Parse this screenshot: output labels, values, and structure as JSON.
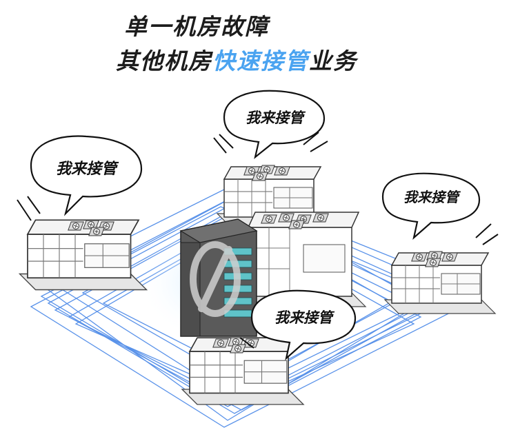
{
  "headline": {
    "line1": "单一机房故障",
    "line2_prefix": "其他机房",
    "line2_highlight": "快速接管",
    "line2_suffix": "业务"
  },
  "bubbles": [
    {
      "text": "我来接管"
    },
    {
      "text": "我来接管"
    },
    {
      "text": "我来接管"
    },
    {
      "text": "我来接管"
    }
  ],
  "colors": {
    "highlight": "#4aa3f0",
    "link_lines": "#3d7fe6",
    "failed_building": "#5a5a5a",
    "failed_windows": "#5fc3c9",
    "ink": "#1c1c1c"
  },
  "icons": {
    "failure": "no-entry-icon",
    "cooling_fan": "fan-icon"
  }
}
